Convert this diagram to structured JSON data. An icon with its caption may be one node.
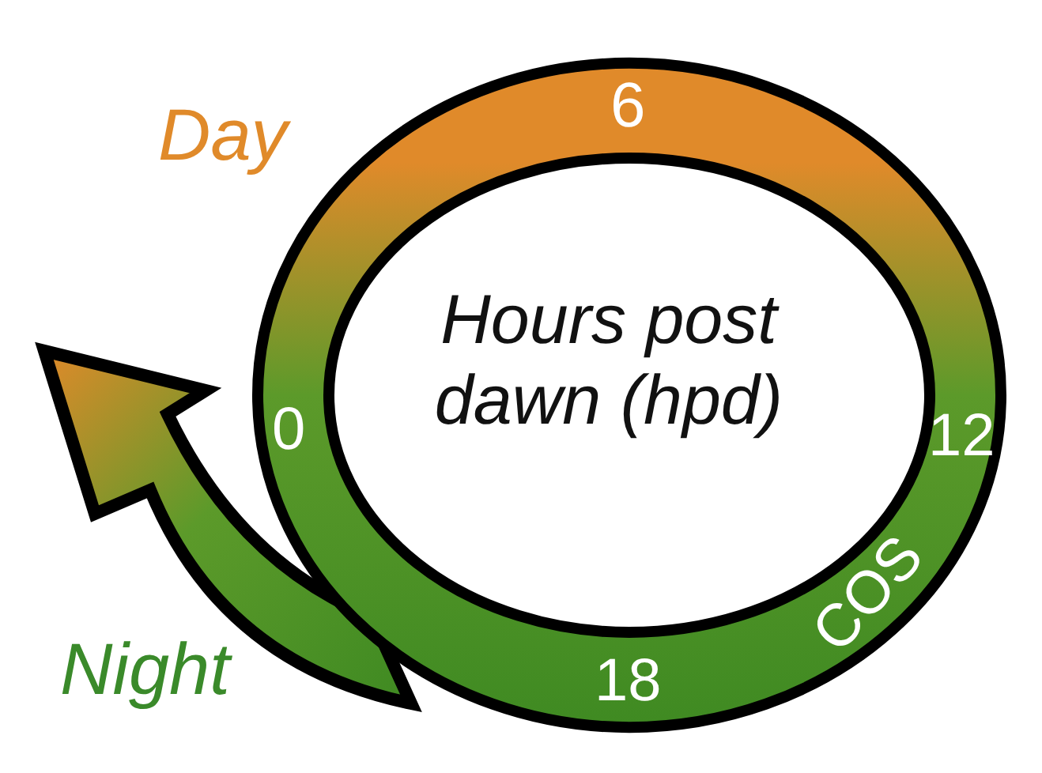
{
  "diagram": {
    "nodes": [
      {
        "text": [
          "6",
          "0",
          "12",
          "COS",
          "18"
        ]
      }
    ],
    "edges": [],
    "labels": [
      "Day",
      "Hours post dawn (hpd)",
      "Night"
    ]
  }
}
